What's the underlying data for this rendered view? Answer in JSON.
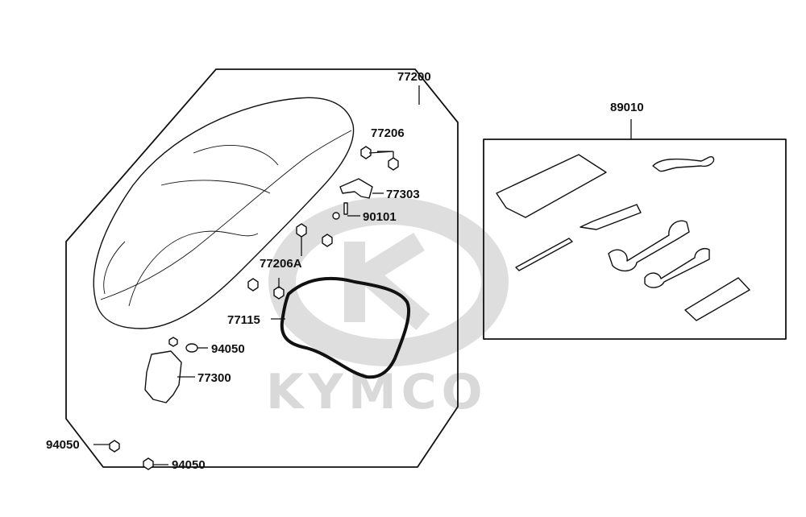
{
  "watermark": {
    "brand": "KYMCO"
  },
  "labels": {
    "seat_assembly": "77200",
    "seat_nut": "77206",
    "seat_latch": "77303",
    "latch_screw": "90101",
    "seat_bushing": "77206A",
    "seat_seal": "77115",
    "hinge_nut": "94050",
    "seat_hinge": "77300",
    "tool_kit": "89010",
    "loose_nut_1": "94050",
    "loose_nut_2": "94050"
  },
  "colors": {
    "line": "#111111",
    "watermark": "#d9d9d9",
    "background": "#ffffff"
  }
}
